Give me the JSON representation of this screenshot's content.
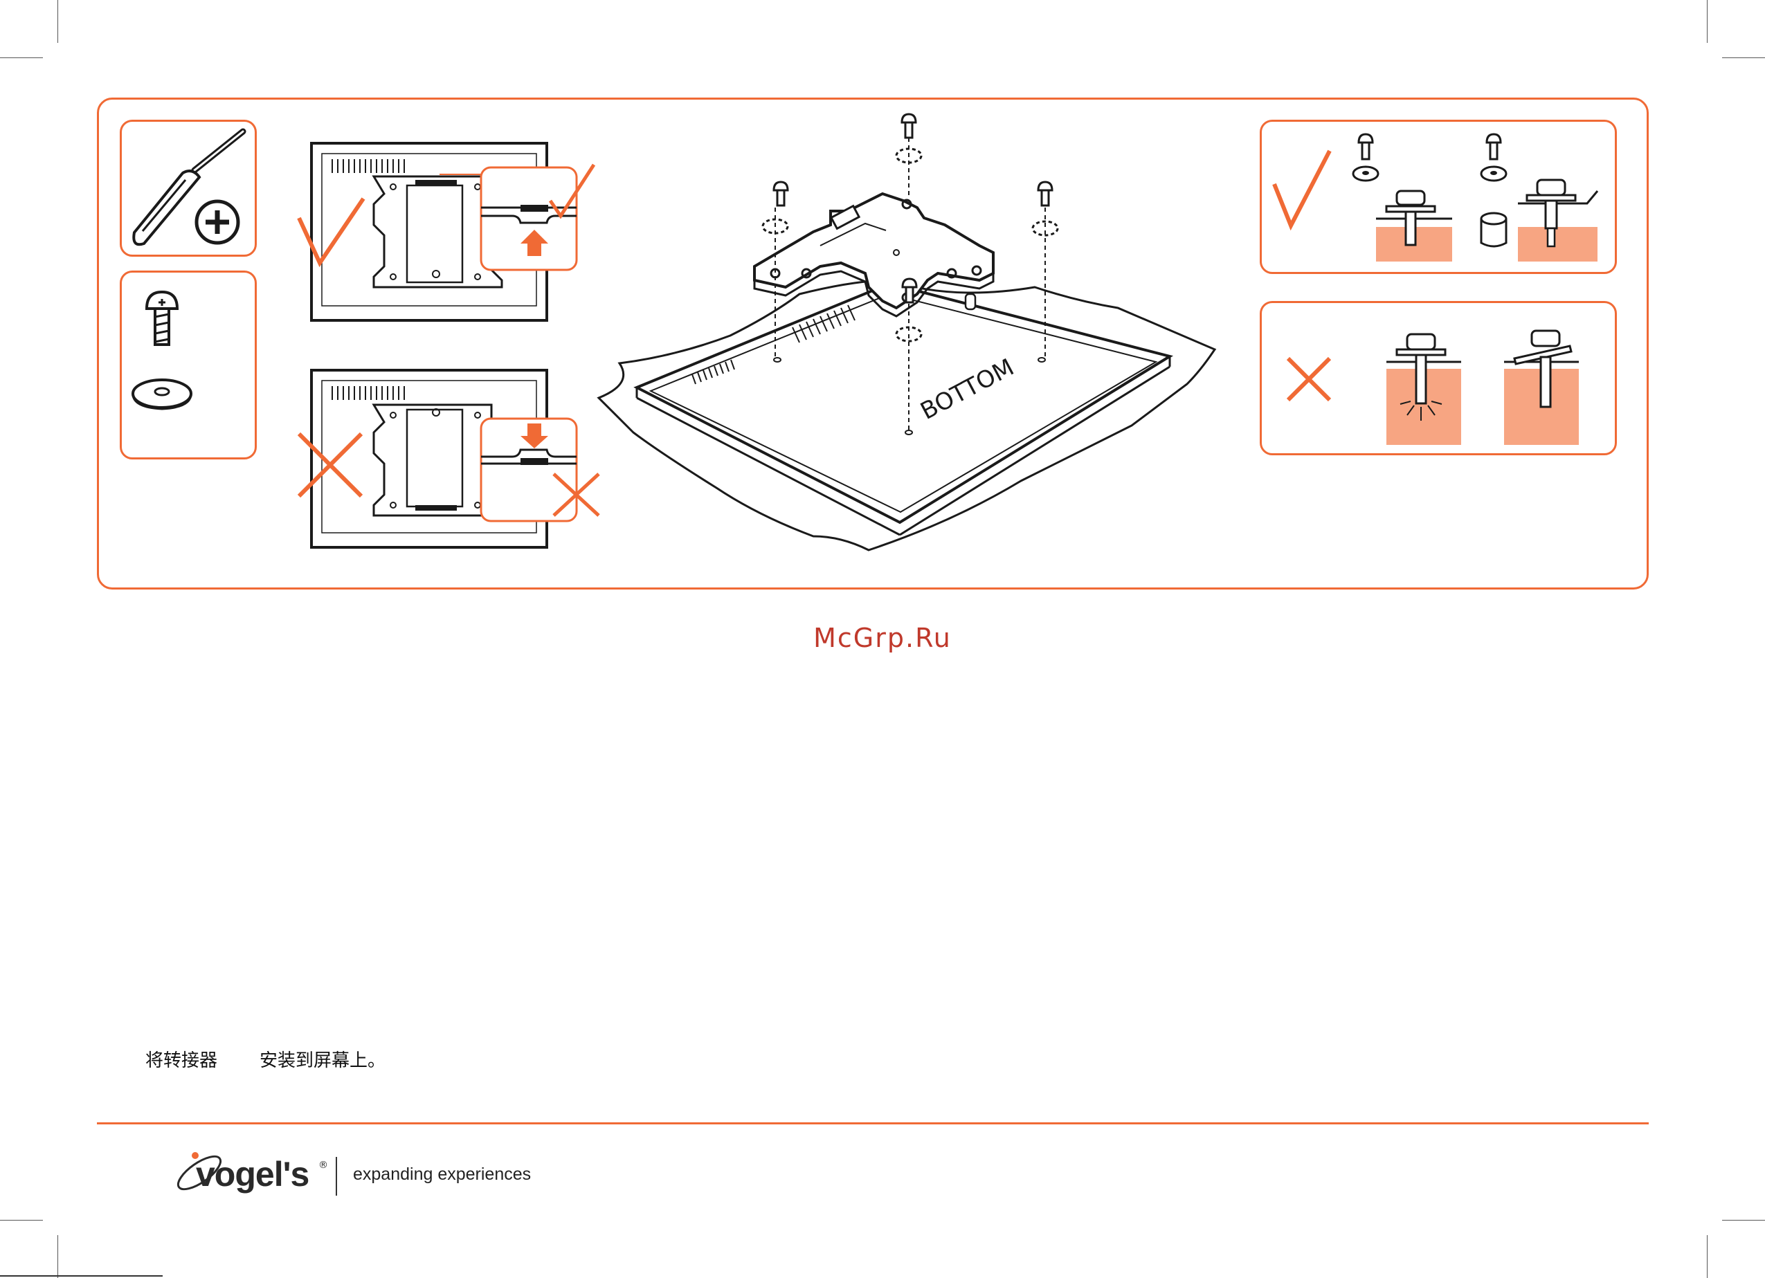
{
  "figure": {
    "plate_label": "BOTTOM"
  },
  "watermark": "McGrp.Ru",
  "caption": {
    "part1": "将转接器",
    "part2": "安装到屏幕上。"
  },
  "footer": {
    "brand": "vogel's",
    "registered": "®",
    "tagline": "expanding experiences"
  },
  "colors": {
    "accent": "#f06a35",
    "accent_fill": "#f7a582",
    "ink": "#1a1a1a"
  },
  "icons": [
    "screwdriver-icon",
    "phillips-head-icon",
    "screw-icon",
    "washer-icon",
    "check-icon",
    "cross-icon"
  ]
}
